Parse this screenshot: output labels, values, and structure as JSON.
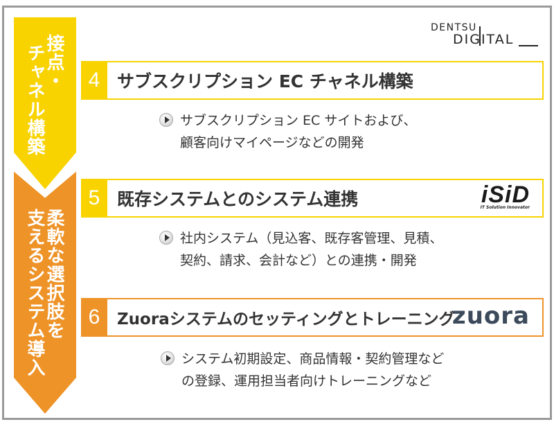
{
  "logo": {
    "line1": "DENTSU",
    "line2": "DIGITAL"
  },
  "colors": {
    "yellow": "#f8d300",
    "orange": "#ee9328",
    "frame_border": "#9a9a9a",
    "zuora_logo": "#3c4a5c"
  },
  "phases": [
    {
      "label": "接点・チャネル構築",
      "color": "#f8d300"
    },
    {
      "label": "柔軟な選択肢を支えるシステム導入",
      "color": "#ee9328"
    }
  ],
  "phase_columns": {
    "p1_col1": "接点・",
    "p1_col2": "チャネル構築",
    "p2_col1": "柔軟な選択肢を",
    "p2_col2": "支えるシステム導入"
  },
  "items": [
    {
      "number": "4",
      "title": "サブスクリプション EC チャネル構築",
      "partner_logo": null,
      "description": [
        "サブスクリプション EC サイトおよび、",
        "顧客向けマイページなどの開発"
      ],
      "bullet_icon": "play-circle-icon"
    },
    {
      "number": "5",
      "title": "既存システムとのシステム連携",
      "partner_logo": {
        "text": "iSiD",
        "tagline": "IT Solution Innovator"
      },
      "description": [
        "社内システム（見込客、既存客管理、見積、",
        "契約、請求、会計など）との連携・開発"
      ],
      "bullet_icon": "play-circle-icon"
    },
    {
      "number": "6",
      "title": "Zuoraシステムのセッティングとトレーニング",
      "partner_logo": {
        "text": "zuora"
      },
      "description": [
        "システム初期設定、商品情報・契約管理など",
        "の登録、運用担当者向けトレーニングなど"
      ],
      "bullet_icon": "play-circle-icon"
    }
  ]
}
